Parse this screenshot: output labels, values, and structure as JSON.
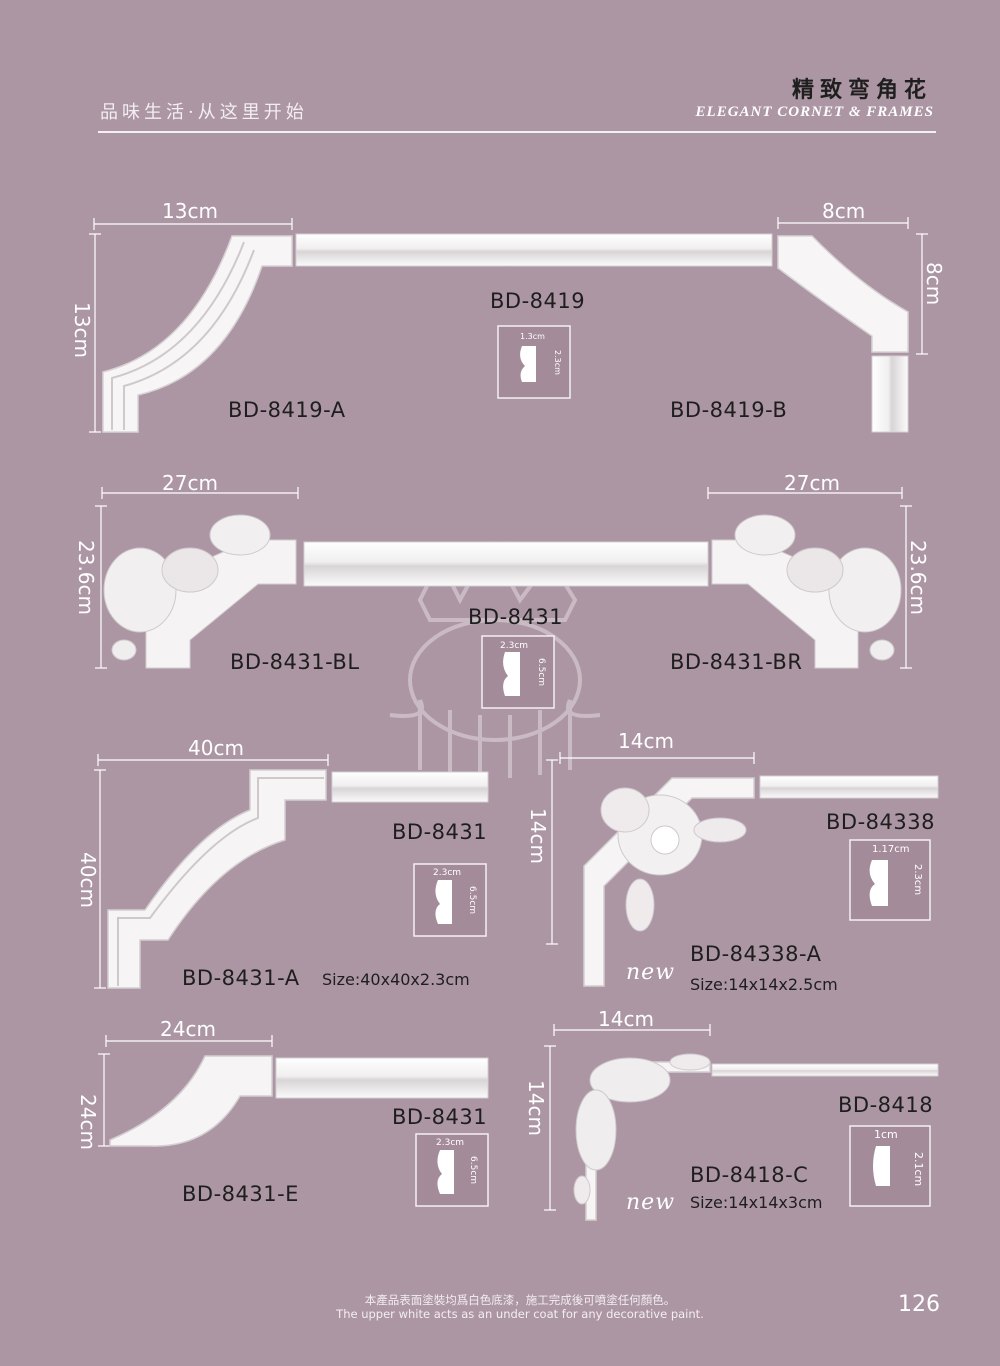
{
  "header": {
    "slogan": "品味生活·从这里开始",
    "title_cn": "精致弯角花",
    "title_en": "ELEGANT CORNET & FRAMES"
  },
  "footer": {
    "note_cn": "本產品表面塗裝均爲白色底漆，施工完成後可噴塗任何顏色。",
    "note_en": "The upper white acts as an under coat for any decorative paint.",
    "page_number": "126"
  },
  "products": {
    "r1": {
      "left_corner": {
        "code": "BD-8419-A",
        "width": "13cm",
        "height": "13cm"
      },
      "molding": {
        "code": "BD-8419",
        "profile_w": "1.3cm",
        "profile_h": "2.3cm"
      },
      "right_corner": {
        "code": "BD-8419-B",
        "width": "8cm",
        "height": "8cm"
      }
    },
    "r2": {
      "left_corner": {
        "code": "BD-8431-BL",
        "width": "27cm",
        "height": "23.6cm"
      },
      "molding": {
        "code": "BD-8431",
        "profile_w": "2.3cm",
        "profile_h": "6.5cm"
      },
      "right_corner": {
        "code": "BD-8431-BR",
        "width": "27cm",
        "height": "23.6cm"
      }
    },
    "r3a": {
      "corner": {
        "code": "BD-8431-A",
        "width": "40cm",
        "height": "40cm",
        "size": "Size:40x40x2.3cm"
      },
      "molding": {
        "code": "BD-8431",
        "profile_w": "2.3cm",
        "profile_h": "6.5cm"
      }
    },
    "r3b": {
      "corner": {
        "code": "BD-84338-A",
        "width": "14cm",
        "height": "14cm",
        "size": "Size:14x14x2.5cm",
        "tag": "new"
      },
      "molding": {
        "code": "BD-84338",
        "profile_w": "1.17cm",
        "profile_h": "2.3cm"
      }
    },
    "r4a": {
      "corner": {
        "code": "BD-8431-E",
        "width": "24cm",
        "height": "24cm"
      },
      "molding": {
        "code": "BD-8431",
        "profile_w": "2.3cm",
        "profile_h": "6.5cm"
      }
    },
    "r4b": {
      "corner": {
        "code": "BD-8418-C",
        "width": "14cm",
        "height": "14cm",
        "size": "Size:14x14x3cm",
        "tag": "new"
      },
      "molding": {
        "code": "BD-8418",
        "profile_w": "1cm",
        "profile_h": "2.1cm"
      }
    }
  },
  "colors": {
    "background": "#ac96a3",
    "molding": "#f4f2f3",
    "profile_box": "#a48b9a"
  }
}
